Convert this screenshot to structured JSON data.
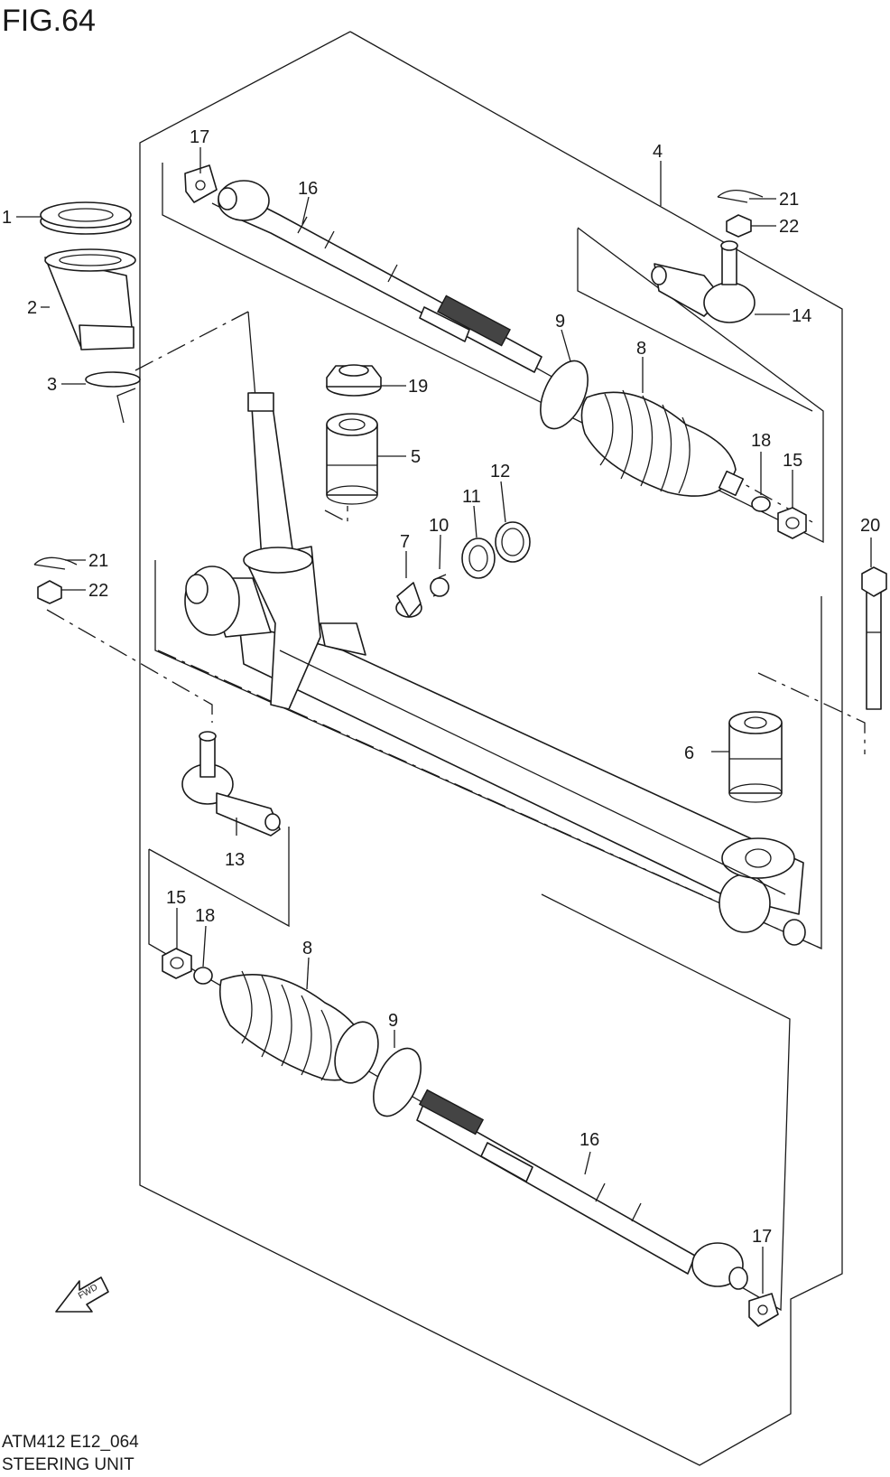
{
  "figure": {
    "title": "FIG.64",
    "code": "ATM412 E12_064",
    "name": "STEERING UNIT",
    "fwd_label": "FWD"
  },
  "callouts": {
    "c1": "1",
    "c2": "2",
    "c3": "3",
    "c4": "4",
    "c5": "5",
    "c6": "6",
    "c7": "7",
    "c8a": "8",
    "c8b": "8",
    "c9a": "9",
    "c9b": "9",
    "c10": "10",
    "c11": "11",
    "c12": "12",
    "c13": "13",
    "c14": "14",
    "c15a": "15",
    "c15b": "15",
    "c16a": "16",
    "c16b": "16",
    "c17a": "17",
    "c17b": "17",
    "c18a": "18",
    "c18b": "18",
    "c19": "19",
    "c20": "20",
    "c21a": "21",
    "c21b": "21",
    "c22a": "22",
    "c22b": "22"
  }
}
